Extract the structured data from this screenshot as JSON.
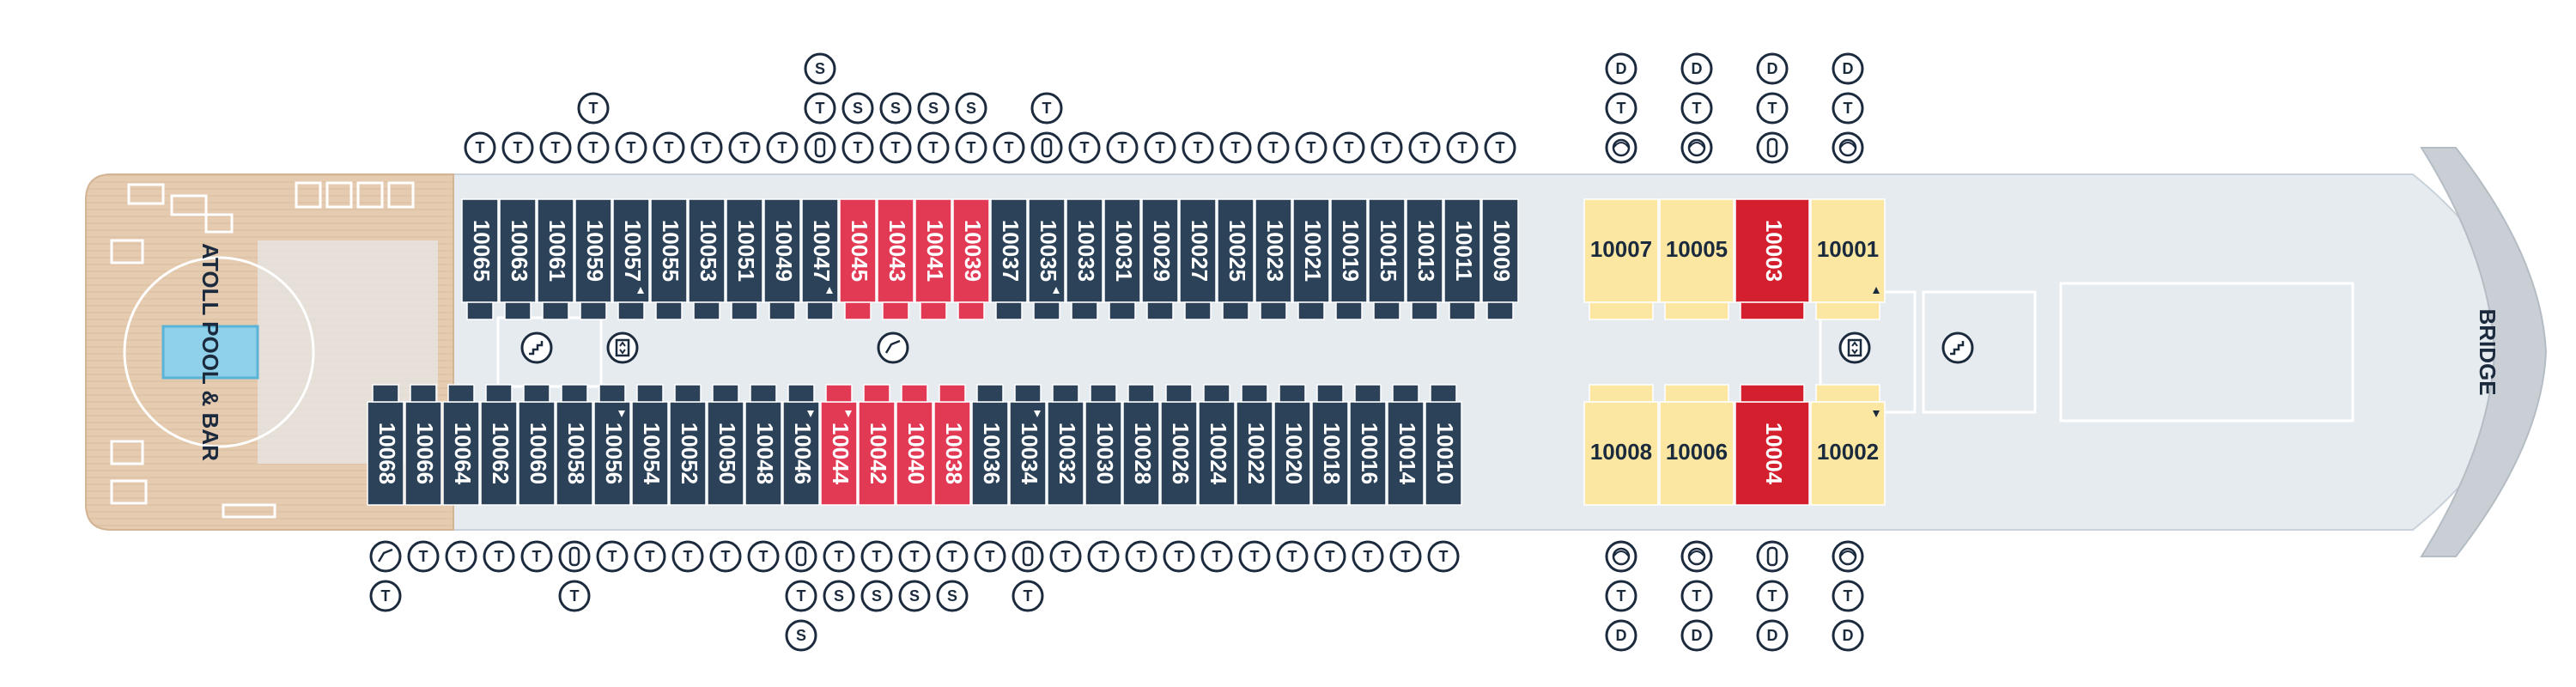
{
  "labels": {
    "pool": "ATOLL POOL & BAR",
    "bridge": "BRIDGE"
  },
  "colors": {
    "navy": "#2b4259",
    "red": "#e23a55",
    "crimson": "#d41f2f",
    "yellow": "#fbe7a1",
    "deck": "#e6ebef",
    "teak": "#e5cbb0",
    "ink": "#1b2a3d"
  },
  "top_cabins": [
    {
      "n": "10065",
      "t": "navy",
      "i": [
        "T"
      ]
    },
    {
      "n": "10063",
      "t": "navy",
      "i": [
        "T"
      ]
    },
    {
      "n": "10061",
      "t": "navy",
      "i": [
        "T"
      ]
    },
    {
      "n": "10059",
      "t": "navy",
      "i": [
        "T",
        "T"
      ]
    },
    {
      "n": "10057",
      "t": "navy",
      "i": [
        "T"
      ],
      "tri": true
    },
    {
      "n": "10055",
      "t": "navy",
      "i": [
        "T"
      ]
    },
    {
      "n": "10053",
      "t": "navy",
      "i": [
        "T"
      ]
    },
    {
      "n": "10051",
      "t": "navy",
      "i": [
        "T"
      ]
    },
    {
      "n": "10049",
      "t": "navy",
      "i": [
        "T"
      ]
    },
    {
      "n": "10047",
      "t": "navy",
      "i": [
        "bath",
        "T",
        "S"
      ],
      "tri": true
    },
    {
      "n": "10045",
      "t": "red",
      "i": [
        "T",
        "S"
      ]
    },
    {
      "n": "10043",
      "t": "red",
      "i": [
        "T",
        "S"
      ]
    },
    {
      "n": "10041",
      "t": "red",
      "i": [
        "T",
        "S"
      ]
    },
    {
      "n": "10039",
      "t": "red",
      "i": [
        "T",
        "S"
      ]
    },
    {
      "n": "10037",
      "t": "navy",
      "i": [
        "T"
      ]
    },
    {
      "n": "10035",
      "t": "navy",
      "i": [
        "bath",
        "T"
      ],
      "tri": true
    },
    {
      "n": "10033",
      "t": "navy",
      "i": [
        "T"
      ]
    },
    {
      "n": "10031",
      "t": "navy",
      "i": [
        "T"
      ]
    },
    {
      "n": "10029",
      "t": "navy",
      "i": [
        "T"
      ]
    },
    {
      "n": "10027",
      "t": "navy",
      "i": [
        "T"
      ]
    },
    {
      "n": "10025",
      "t": "navy",
      "i": [
        "T"
      ]
    },
    {
      "n": "10023",
      "t": "navy",
      "i": [
        "T"
      ]
    },
    {
      "n": "10021",
      "t": "navy",
      "i": [
        "T"
      ]
    },
    {
      "n": "10019",
      "t": "navy",
      "i": [
        "T"
      ]
    },
    {
      "n": "10015",
      "t": "navy",
      "i": [
        "T"
      ]
    },
    {
      "n": "10013",
      "t": "navy",
      "i": [
        "T"
      ]
    },
    {
      "n": "10011",
      "t": "navy",
      "i": [
        "T"
      ]
    },
    {
      "n": "10009",
      "t": "navy",
      "i": [
        "T"
      ]
    }
  ],
  "bottom_cabins": [
    {
      "n": "10068",
      "t": "navy",
      "i": [
        "wc",
        "T"
      ]
    },
    {
      "n": "10066",
      "t": "navy",
      "i": [
        "T"
      ]
    },
    {
      "n": "10064",
      "t": "navy",
      "i": [
        "T"
      ]
    },
    {
      "n": "10062",
      "t": "navy",
      "i": [
        "T"
      ]
    },
    {
      "n": "10060",
      "t": "navy",
      "i": [
        "T"
      ]
    },
    {
      "n": "10058",
      "t": "navy",
      "i": [
        "bath",
        "T"
      ]
    },
    {
      "n": "10056",
      "t": "navy",
      "i": [
        "T"
      ],
      "tri": true
    },
    {
      "n": "10054",
      "t": "navy",
      "i": [
        "T"
      ]
    },
    {
      "n": "10052",
      "t": "navy",
      "i": [
        "T"
      ]
    },
    {
      "n": "10050",
      "t": "navy",
      "i": [
        "T"
      ]
    },
    {
      "n": "10048",
      "t": "navy",
      "i": [
        "T"
      ]
    },
    {
      "n": "10046",
      "t": "navy",
      "i": [
        "bath",
        "T",
        "S"
      ],
      "tri": true
    },
    {
      "n": "10044",
      "t": "red",
      "i": [
        "T",
        "S"
      ],
      "tri": true
    },
    {
      "n": "10042",
      "t": "red",
      "i": [
        "T",
        "S"
      ]
    },
    {
      "n": "10040",
      "t": "red",
      "i": [
        "T",
        "S"
      ]
    },
    {
      "n": "10038",
      "t": "red",
      "i": [
        "T",
        "S"
      ]
    },
    {
      "n": "10036",
      "t": "navy",
      "i": [
        "T"
      ]
    },
    {
      "n": "10034",
      "t": "navy",
      "i": [
        "bath",
        "T"
      ],
      "tri": true
    },
    {
      "n": "10032",
      "t": "navy",
      "i": [
        "T"
      ]
    },
    {
      "n": "10030",
      "t": "navy",
      "i": [
        "T"
      ]
    },
    {
      "n": "10028",
      "t": "navy",
      "i": [
        "T"
      ]
    },
    {
      "n": "10026",
      "t": "navy",
      "i": [
        "T"
      ]
    },
    {
      "n": "10024",
      "t": "navy",
      "i": [
        "T"
      ]
    },
    {
      "n": "10022",
      "t": "navy",
      "i": [
        "T"
      ]
    },
    {
      "n": "10020",
      "t": "navy",
      "i": [
        "T"
      ]
    },
    {
      "n": "10018",
      "t": "navy",
      "i": [
        "T"
      ]
    },
    {
      "n": "10016",
      "t": "navy",
      "i": [
        "T"
      ]
    },
    {
      "n": "10014",
      "t": "navy",
      "i": [
        "T"
      ]
    },
    {
      "n": "10010",
      "t": "navy",
      "i": [
        "T"
      ]
    }
  ],
  "forward_top": [
    {
      "n": "10007",
      "t": "yellow",
      "i": [
        "spa",
        "T",
        "D"
      ]
    },
    {
      "n": "10005",
      "t": "yellow",
      "i": [
        "spa",
        "T",
        "D"
      ]
    },
    {
      "n": "10003",
      "t": "crimson",
      "i": [
        "bath",
        "T",
        "D"
      ]
    },
    {
      "n": "10001",
      "t": "yellow",
      "i": [
        "spa",
        "T",
        "D"
      ],
      "tri": true
    }
  ],
  "forward_bottom": [
    {
      "n": "10008",
      "t": "yellow",
      "i": [
        "spa",
        "T",
        "D"
      ]
    },
    {
      "n": "10006",
      "t": "yellow",
      "i": [
        "spa",
        "T",
        "D"
      ]
    },
    {
      "n": "10004",
      "t": "crimson",
      "i": [
        "bath",
        "T",
        "D"
      ]
    },
    {
      "n": "10002",
      "t": "yellow",
      "i": [
        "spa",
        "T",
        "D"
      ],
      "tri": true
    }
  ]
}
